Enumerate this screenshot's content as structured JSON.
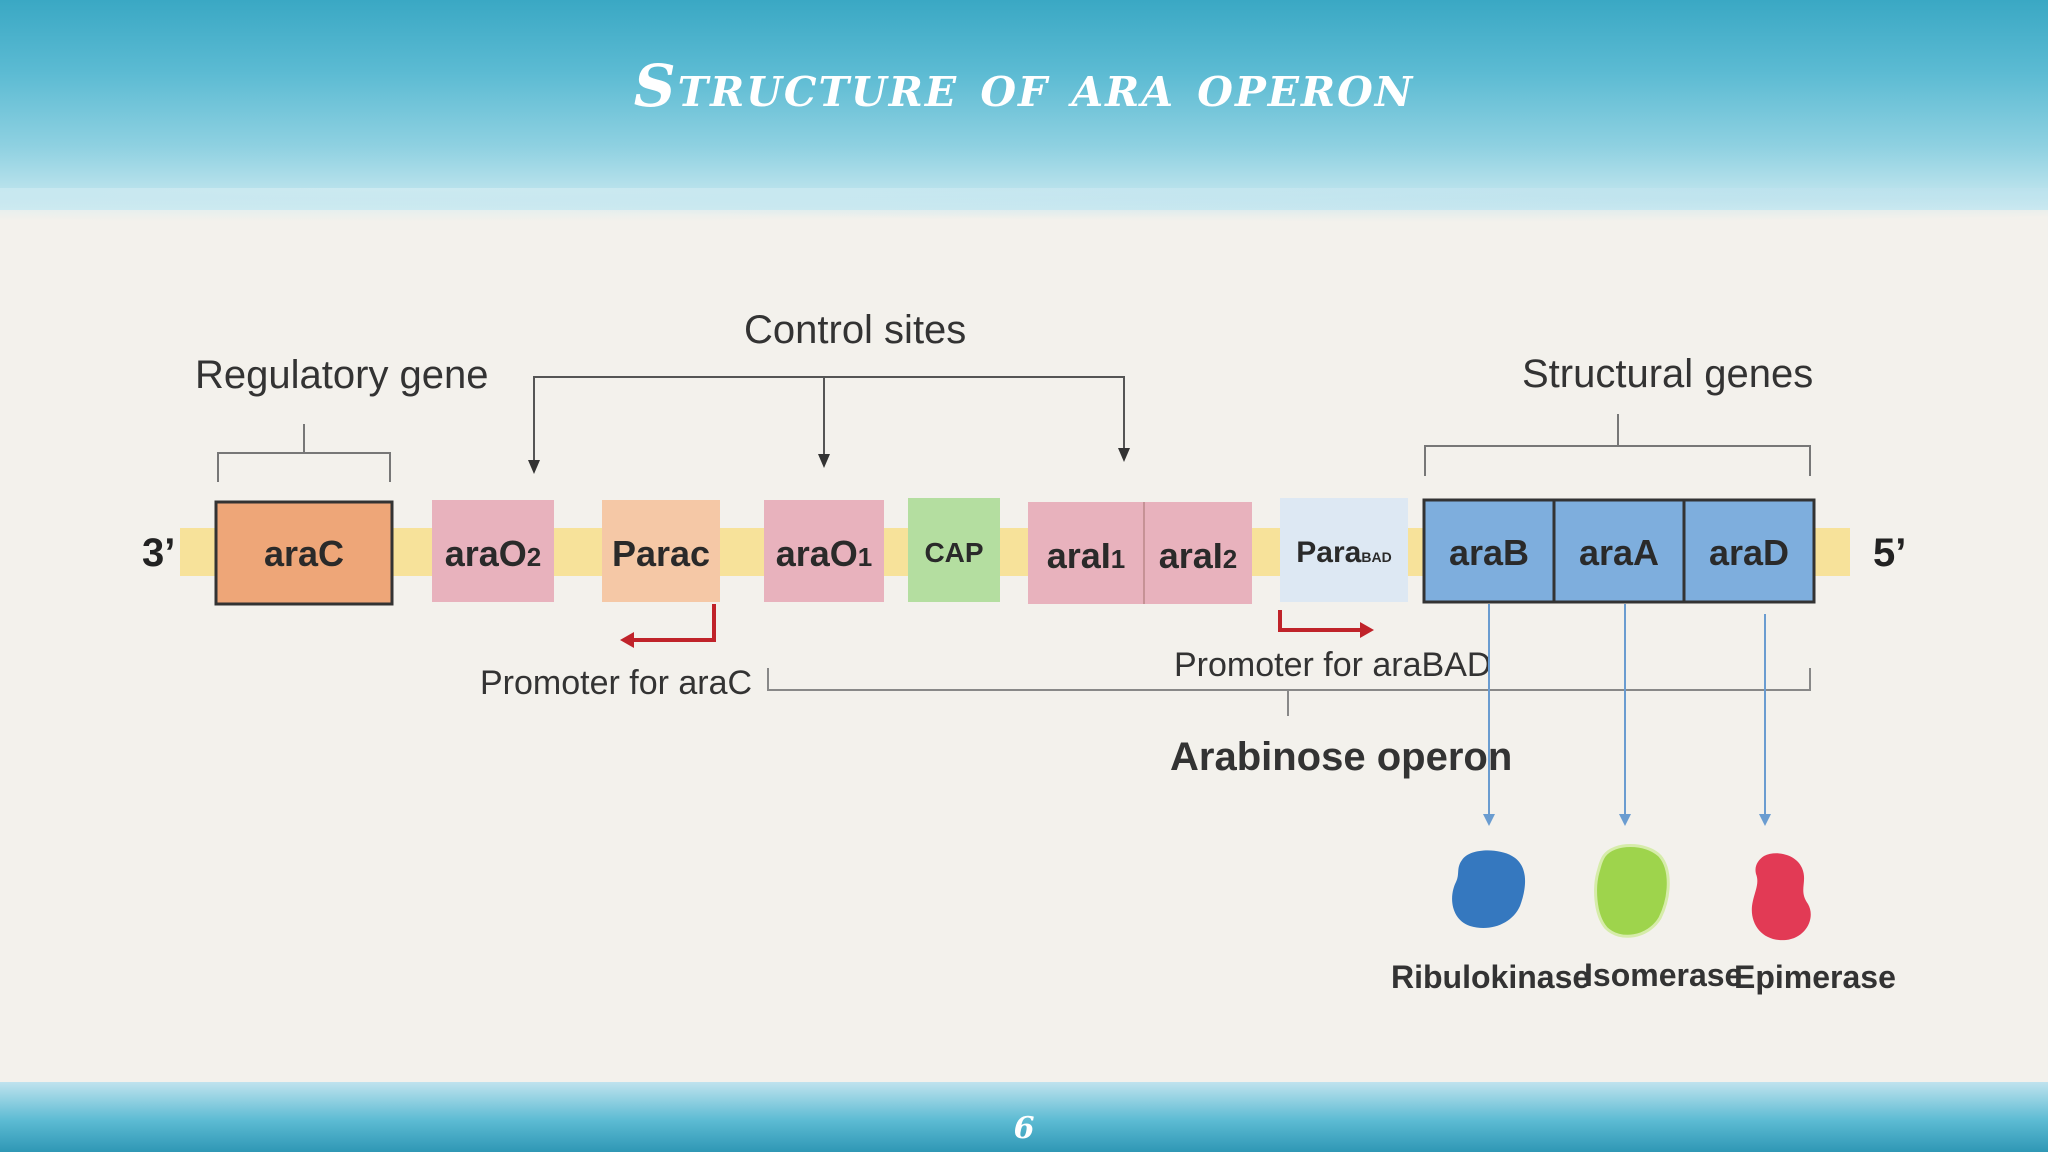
{
  "slide": {
    "title": "Structure of ara operon",
    "page_number": "6"
  },
  "diagram": {
    "strand_left": "3’",
    "strand_right": "5’",
    "group_labels": {
      "regulatory": "Regulatory gene",
      "control": "Control sites",
      "structural": "Structural genes",
      "operon": "Arabinose operon"
    },
    "promoter_labels": {
      "arac": "Promoter for araC",
      "arabad": "Promoter for araBAD"
    },
    "segments": {
      "araC": "araC",
      "araO2": "araO",
      "araO2_sub": "2",
      "parac": "Parac",
      "araO1": "araO",
      "araO1_sub": "1",
      "cap": "CAP",
      "araI1": "araI",
      "araI1_sub": "1",
      "araI2": "araI",
      "araI2_sub": "2",
      "parabad": "Para",
      "parabad_sub": "BAD",
      "araB": "araB",
      "araA": "araA",
      "araD": "araD"
    },
    "proteins": {
      "ribulokinase": "Ribulokinase",
      "isomerase": "Isomerase",
      "epimerase": "Epimerase"
    },
    "colors": {
      "strand": "#f7e29a",
      "araC": "#eea678",
      "operator": "#e8b2bd",
      "parac": "#f5c8a6",
      "cap": "#b4dea0",
      "parabad": "#dde8f3",
      "structural": "#7eaedd",
      "promoter_arrow": "#c0232a",
      "ribulokinase": "#3578bf",
      "isomerase": "#9ed44c",
      "epimerase": "#e23a55"
    }
  }
}
